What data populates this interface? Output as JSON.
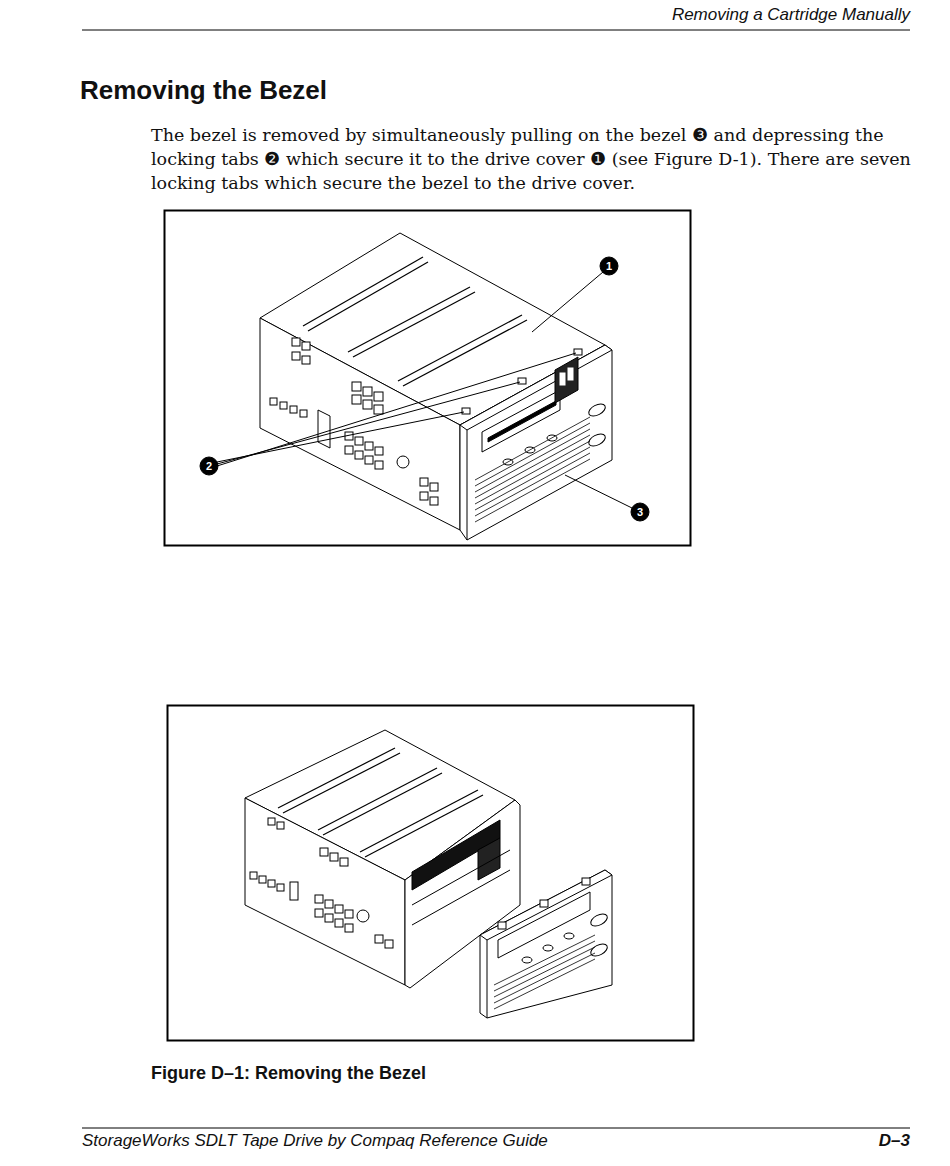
{
  "diagram": {
    "title": "Removing the Bezel",
    "caption": "Figure D–1: Removing the Bezel",
    "labels": [
      "Removing a Cartridge Manually",
      "The bezel is removed by simultaneously pulling on the bezel ❸ and depressing the locking tabs ❷ which secure it to the drive cover ❶ (see Figure D-1). There are seven locking tabs which secure the bezel to the drive cover.",
      "1",
      "2",
      "3",
      "StorageWorks SDLT Tape Drive by Compaq Reference Guide",
      "D–3"
    ]
  }
}
